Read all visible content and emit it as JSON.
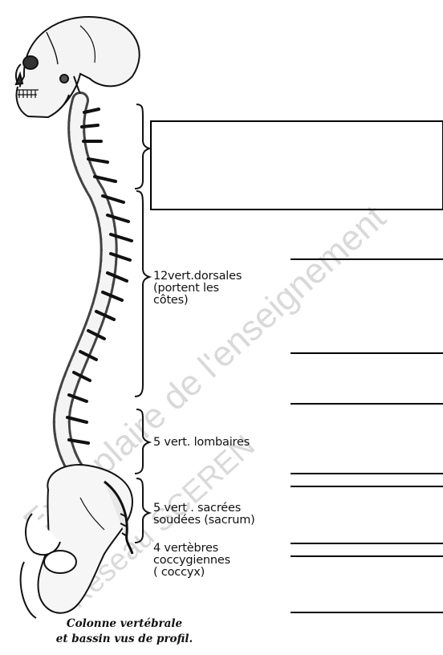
{
  "labels": {
    "dorsales": [
      "12vert.dorsales",
      "(portent les",
      "côtes)"
    ],
    "lombaires": "5 vert. lombaires",
    "sacrees": [
      "5 vert . sacrées",
      "soudées (sacrum)"
    ],
    "coccygiennes": [
      "4 vertèbres",
      "coccygiennes",
      "( coccyx)"
    ]
  },
  "caption": [
    "Colonne vertébrale",
    "et bassin vus de profil."
  ],
  "watermarks": [
    "Exemplaire de l'enseignement",
    "Réseau SCEREN"
  ],
  "colors": {
    "ink": "#111111",
    "bone": "#f4f4f4",
    "watermark": "#d9d9d9"
  }
}
